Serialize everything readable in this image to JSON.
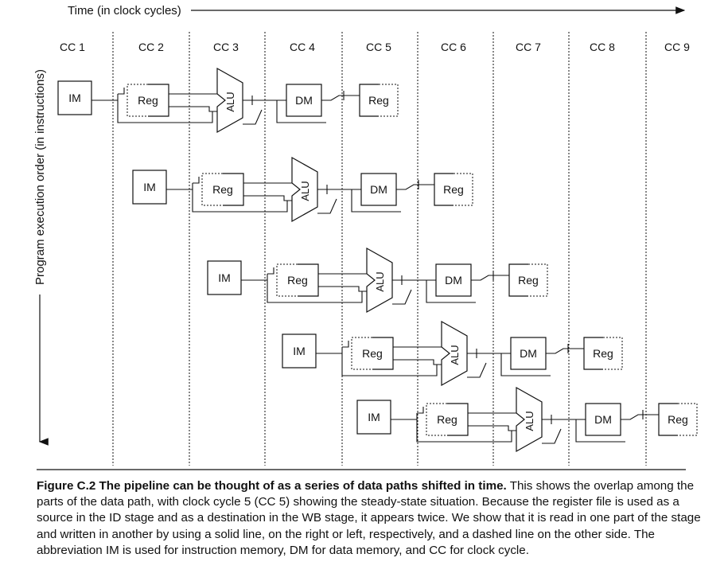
{
  "time_axis_label": "Time (in clock cycles)",
  "order_axis_label": "Program execution order (in instructions)",
  "clock_cycles": [
    "CC 1",
    "CC 2",
    "CC 3",
    "CC 4",
    "CC 5",
    "CC 6",
    "CC 7",
    "CC 8",
    "CC 9"
  ],
  "instructions": [
    {
      "stages": [
        "IM",
        "Reg",
        "ALU",
        "DM",
        "Reg"
      ]
    },
    {
      "stages": [
        "IM",
        "Reg",
        "ALU",
        "DM",
        "Reg"
      ]
    },
    {
      "stages": [
        "IM",
        "Reg",
        "ALU",
        "DM",
        "Reg"
      ]
    },
    {
      "stages": [
        "IM",
        "Reg",
        "ALU",
        "DM",
        "Reg"
      ]
    },
    {
      "stages": [
        "IM",
        "Reg",
        "ALU",
        "DM",
        "Reg"
      ]
    }
  ],
  "caption": {
    "label": "Figure C.2",
    "title": "The pipeline can be thought of as a series of data paths shifted in time.",
    "text": "This shows the overlap among the parts of the data path, with clock cycle 5 (CC 5) showing the steady-state situation. Because the register file is used as a source in the ID stage and as a destination in the WB stage, it appears twice. We show that it is read in one part of the stage and written in another by using a solid line, on the right or left, respectively, and a dashed line on the other side. The abbreviation IM is used for instruction memory, DM for data memory, and CC for clock cycle."
  },
  "colors": {
    "ink": "#111111",
    "background": "#ffffff"
  }
}
